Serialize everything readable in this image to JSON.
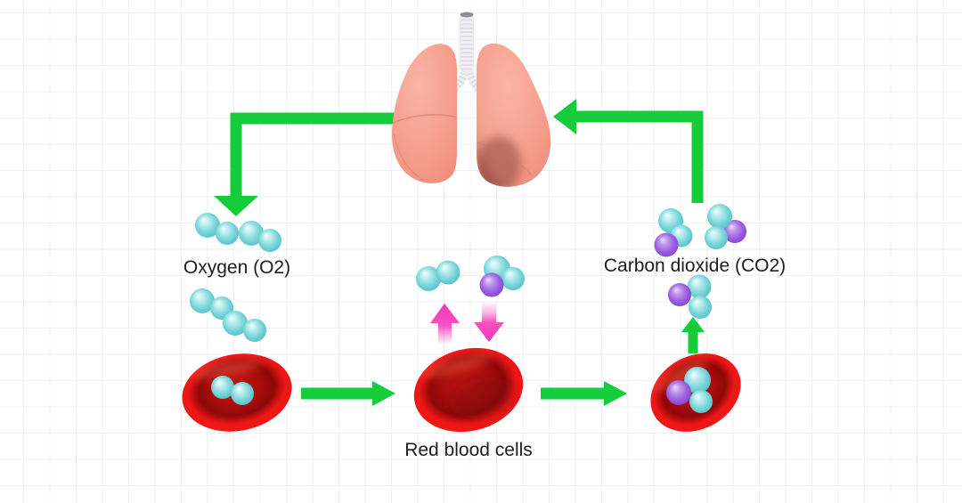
{
  "labels": {
    "oxygen": "Oxygen (O2)",
    "carbon_dioxide": "Carbon dioxide (CO2)",
    "red_blood_cells": "Red blood cells"
  },
  "colors": {
    "background": "#ffffff",
    "grid_line": "#edeff4",
    "text": "#1d1d1f",
    "arrow_green": "#15cd3a",
    "arrow_pink": "#f335b6",
    "teal_hi": "#f4feff",
    "teal_light": "#b9ecee",
    "teal_mid": "#79d5d8",
    "teal_deep": "#4fc0c7",
    "teal_edge": "#2da3ad",
    "purple_hi": "#e9dcfa",
    "purple_light": "#bf96ec",
    "purple_mid": "#9c5fe0",
    "purple_deep": "#8440d2",
    "purple_edge": "#6a28c0",
    "cell_center": "#c51313",
    "cell_mid": "#ab0d0d",
    "cell_dark": "#8d0808",
    "cell_bright": "#ef1616",
    "cell_rim": "#e21111",
    "lung_hi": "#f9b5a5",
    "lung_mid": "#f6a291",
    "lung_base": "#f29180",
    "lung_edge": "#ec8270",
    "lung_fissure": "#c9705f",
    "lung_notch": "#8d4a3c",
    "trachea_base": "#f0f0f3",
    "trachea_ring": "#d9dade",
    "trachea_cap": "#8f8f96"
  },
  "diagram": {
    "nodes": {
      "lungs": "lungs",
      "oxygen_molecules": "oxygen molecules (teal pairs)",
      "carbon_dioxide_molecules": "carbon dioxide molecules (two teal + one purple)",
      "red_blood_cells": "red blood cells"
    },
    "flows": [
      {
        "id": "lungs-to-oxygen",
        "from": "lungs",
        "to": "oxygen-molecules",
        "arrow": "green elbow, down"
      },
      {
        "id": "oxygenated-cell-forward",
        "from": "red-blood-cell-left",
        "to": "red-blood-cell-middle",
        "arrow": "green, right"
      },
      {
        "id": "oxygen-release",
        "from": "red-blood-cell-middle",
        "to": "oxygen-molecule",
        "arrow": "pink, up"
      },
      {
        "id": "carbon-dioxide-uptake",
        "from": "carbon-dioxide-molecule",
        "to": "red-blood-cell-middle",
        "arrow": "pink, down"
      },
      {
        "id": "exchange-cell-forward",
        "from": "red-blood-cell-middle",
        "to": "red-blood-cell-right",
        "arrow": "green, right"
      },
      {
        "id": "cell-to-carbon-dioxide",
        "from": "red-blood-cell-right",
        "to": "carbon-dioxide-molecules",
        "arrow": "green, up"
      },
      {
        "id": "carbon-dioxide-to-lungs",
        "from": "carbon-dioxide-molecules",
        "to": "lungs",
        "arrow": "green elbow, left"
      }
    ]
  }
}
